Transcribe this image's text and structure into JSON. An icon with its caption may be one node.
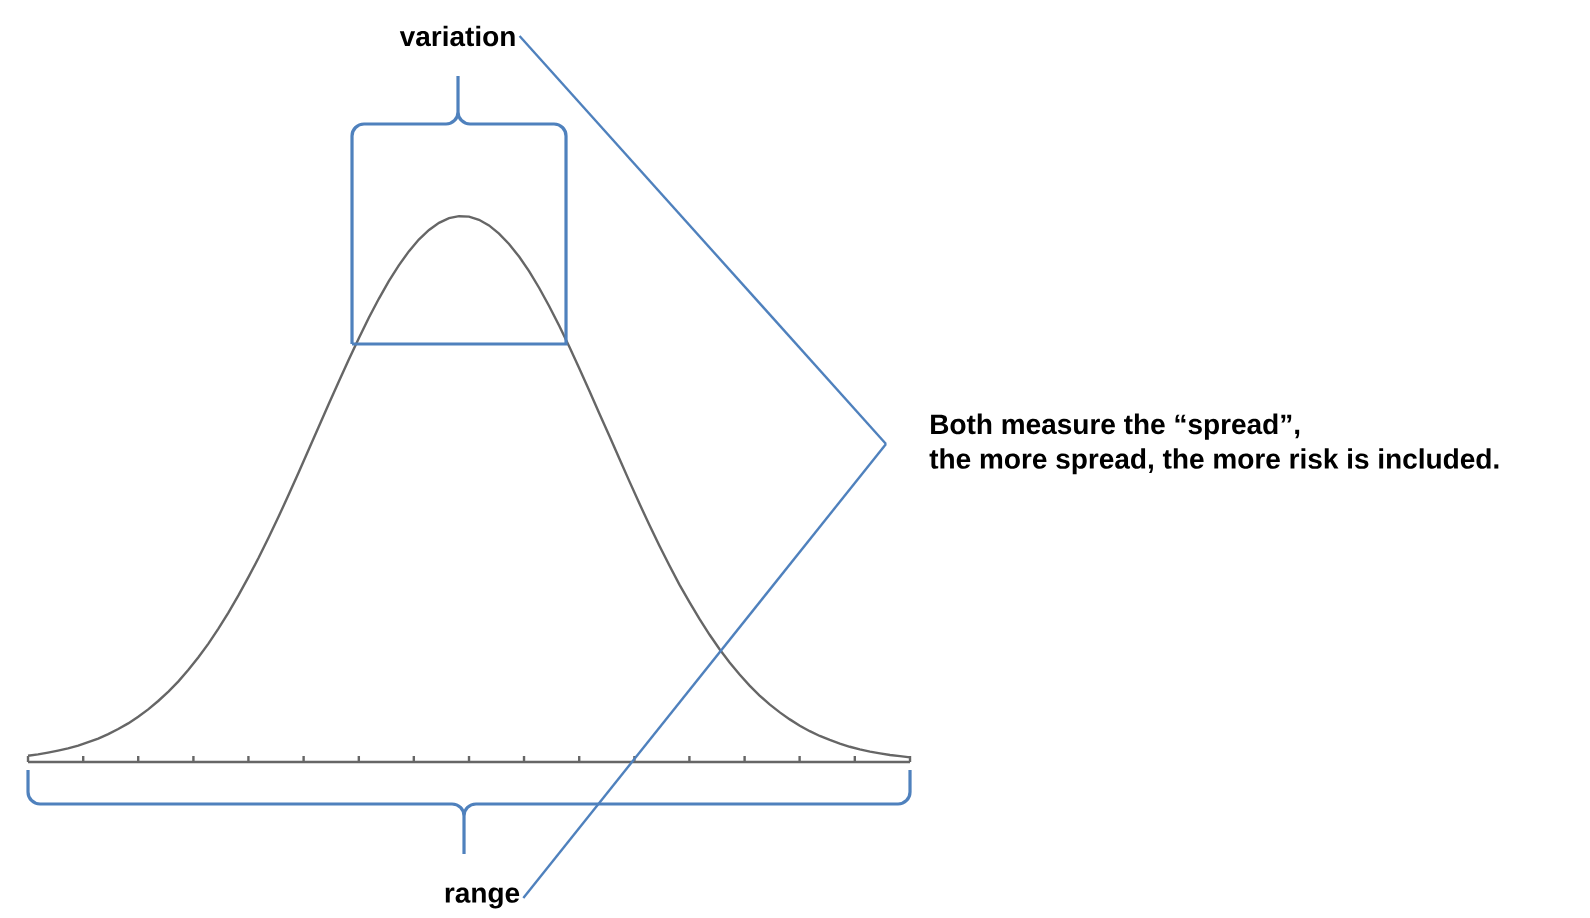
{
  "diagram": {
    "nodes": [
      {
        "text": [
          "variation"
        ]
      },
      {
        "text": [
          "range"
        ]
      },
      {
        "text": [
          "Both measure the “spread”, the more spread, the more risk is included."
        ]
      }
    ],
    "edges": [
      {
        "from": 2,
        "to": 0,
        "arrow": "none"
      },
      {
        "from": 2,
        "to": 1,
        "arrow": "none"
      }
    ]
  }
}
